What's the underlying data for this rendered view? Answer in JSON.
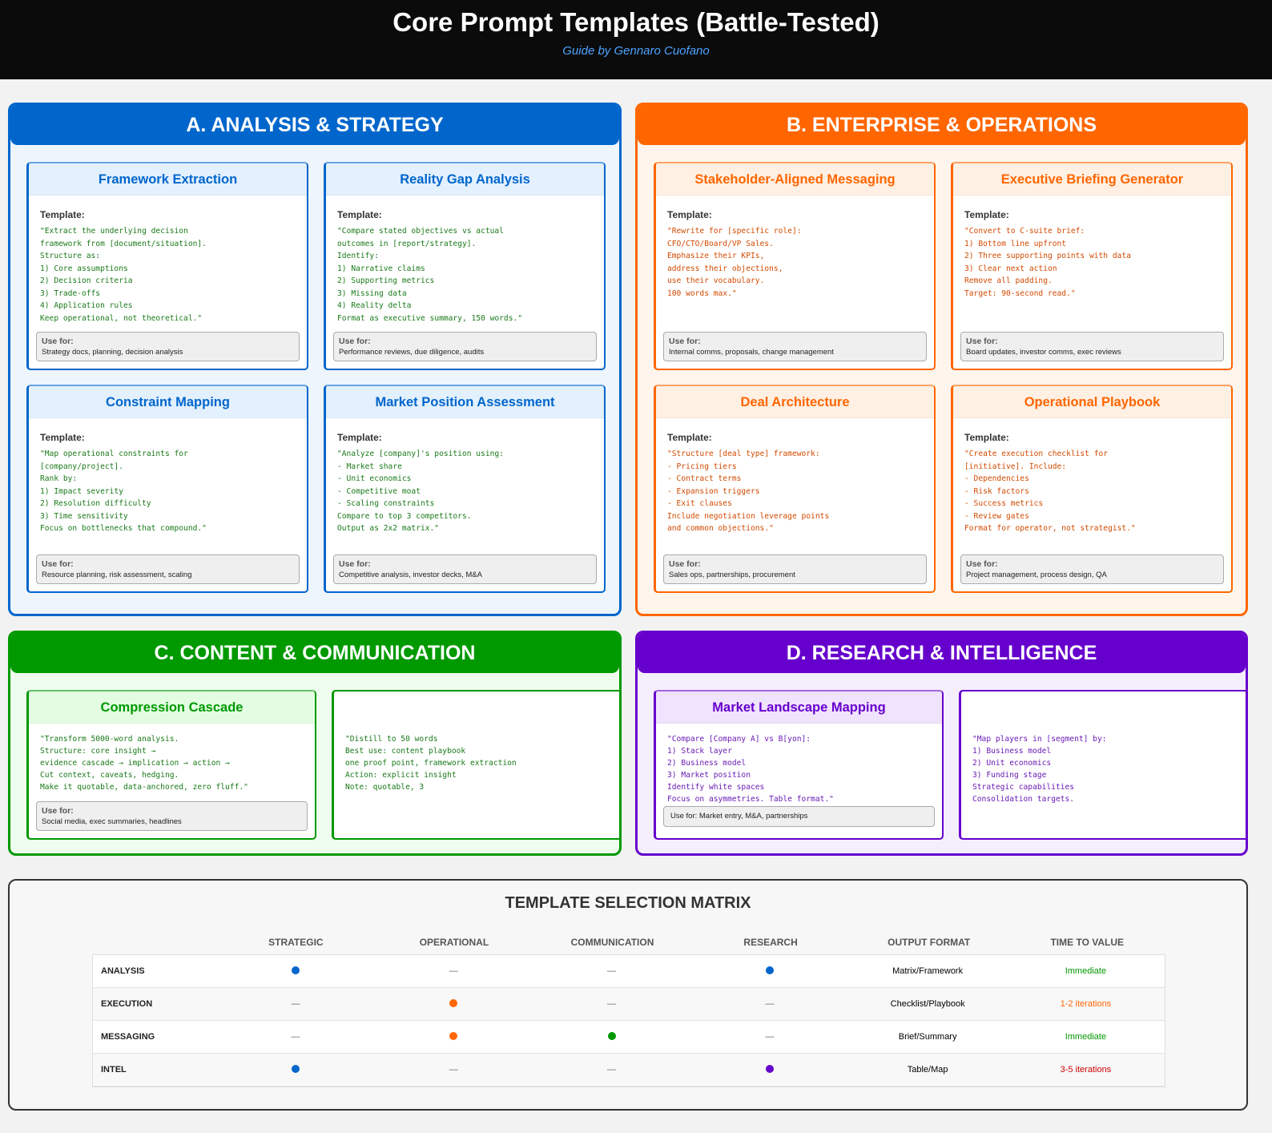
{
  "header": {
    "title": "Core Prompt Templates (Battle-Tested)",
    "subtitle": "Guide by Gennaro Cuofano"
  },
  "labels": {
    "template": "Template:",
    "use_for": "Use for:"
  },
  "sections": [
    {
      "title": "A. ANALYSIS & STRATEGY",
      "color": "#0066cc",
      "bg": "#eef5fd",
      "card_bg": "#e3f0fd",
      "text_color": "#1a7a1a",
      "cards": [
        {
          "title": "Framework Extraction",
          "template": "\"Extract the underlying decision\nframework from [document/situation].\nStructure as:\n1) Core assumptions\n2) Decision criteria\n3) Trade-offs\n4) Application rules\nKeep operational, not theoretical.\"",
          "use": "Strategy docs, planning, decision analysis"
        },
        {
          "title": "Reality Gap Analysis",
          "template": "\"Compare stated objectives vs actual\noutcomes in [report/strategy].\nIdentify:\n1) Narrative claims\n2) Supporting metrics\n3) Missing data\n4) Reality delta\nFormat as executive summary, 150 words.\"",
          "use": "Performance reviews, due diligence, audits"
        },
        {
          "title": "Constraint Mapping",
          "template": "\"Map operational constraints for\n[company/project].\nRank by:\n1) Impact severity\n2) Resolution difficulty\n3) Time sensitivity\nFocus on bottlenecks that compound.\"",
          "use": "Resource planning, risk assessment, scaling"
        },
        {
          "title": "Market Position Assessment",
          "template": "\"Analyze [company]'s position using:\n- Market share\n- Unit economics\n- Competitive moat\n- Scaling constraints\nCompare to top 3 competitors.\nOutput as 2x2 matrix.\"",
          "use": "Competitive analysis, investor decks, M&A"
        }
      ]
    },
    {
      "title": "B. ENTERPRISE & OPERATIONS",
      "color": "#ff6600",
      "bg": "#fff5ec",
      "card_bg": "#fff0e3",
      "text_color": "#d24a00",
      "cards": [
        {
          "title": "Stakeholder-Aligned Messaging",
          "template": "\"Rewrite for [specific role]:\nCFO/CTO/Board/VP Sales.\nEmphasize their KPIs,\naddress their objections,\nuse their vocabulary.\n100 words max.\"",
          "use": "Internal comms, proposals, change management"
        },
        {
          "title": "Executive Briefing Generator",
          "template": "\"Convert to C-suite brief:\n1) Bottom line upfront\n2) Three supporting points with data\n3) Clear next action\nRemove all padding.\nTarget: 90-second read.\"",
          "use": "Board updates, investor comms, exec reviews"
        },
        {
          "title": "Deal Architecture",
          "template": "\"Structure [deal type] framework:\n- Pricing tiers\n- Contract terms\n- Expansion triggers\n- Exit clauses\nInclude negotiation leverage points\nand common objections.\"",
          "use": "Sales ops, partnerships, procurement"
        },
        {
          "title": "Operational Playbook",
          "template": "\"Create execution checklist for\n[initiative]. Include:\n- Dependencies\n- Risk factors\n- Success metrics\n- Review gates\nFormat for operator, not strategist.\"",
          "use": "Project management, process design, QA"
        }
      ]
    },
    {
      "title": "C. CONTENT & COMMUNICATION",
      "color": "#009900",
      "bg": "#eefdee",
      "card_bg": "#e3fde3",
      "text_color": "#1a7a1a",
      "cards": [
        {
          "title": "Compression Cascade",
          "template": "\"Transform 5000-word analysis.\nStructure: core insight →\nevidence cascade → implication → action →\nCut context, caveats, hedging.\nMake it quotable, data-anchored, zero fluff.\"",
          "template_overlay": "\"Distill to 50 words\nBest use: content playbook\none proof point, framework extraction\nAction: explicit insight\nNote: quotable, 3",
          "use": "Social media, exec summaries, headlines"
        }
      ]
    },
    {
      "title": "D. RESEARCH & INTELLIGENCE",
      "color": "#6600cc",
      "bg": "#f4eefd",
      "card_bg": "#f0e3fd",
      "text_color": "#6a1bb5",
      "cards": [
        {
          "title": "Market Landscape Mapping",
          "template": "\"Compare [Company A] vs B[yon]:\n1) Stack layer\n2) Business model\n3) Market position\nIdentify white spaces\nFocus on asymmetries. Table format.\"",
          "template_overlay": "\"Map players in [segment] by:\n1) Business model\n2) Unit economics\n3) Funding stage\nStrategic capabilities\nConsolidation targets.",
          "use_inline": "Use for: Market entry, M&A, partnerships"
        }
      ]
    }
  ],
  "matrix": {
    "title": "TEMPLATE SELECTION MATRIX",
    "columns": [
      "STRATEGIC",
      "OPERATIONAL",
      "COMMUNICATION",
      "RESEARCH",
      "OUTPUT FORMAT",
      "TIME TO VALUE"
    ],
    "rows": [
      {
        "label": "ANALYSIS",
        "cells": [
          "#0066cc",
          "—",
          "—",
          "#0066cc"
        ],
        "format": "Matrix/Framework",
        "time": "Immediate",
        "time_color": "#009900"
      },
      {
        "label": "EXECUTION",
        "cells": [
          "—",
          "#ff6600",
          "—",
          "—"
        ],
        "format": "Checklist/Playbook",
        "time": "1-2 iterations",
        "time_color": "#ff6600"
      },
      {
        "label": "MESSAGING",
        "cells": [
          "—",
          "#ff6600",
          "#009900",
          "—"
        ],
        "format": "Brief/Summary",
        "time": "Immediate",
        "time_color": "#009900"
      },
      {
        "label": "INTEL",
        "cells": [
          "#0066cc",
          "—",
          "—",
          "#6600cc"
        ],
        "format": "Table/Map",
        "time": "3-5 iterations",
        "time_color": "#cc0000"
      }
    ]
  }
}
